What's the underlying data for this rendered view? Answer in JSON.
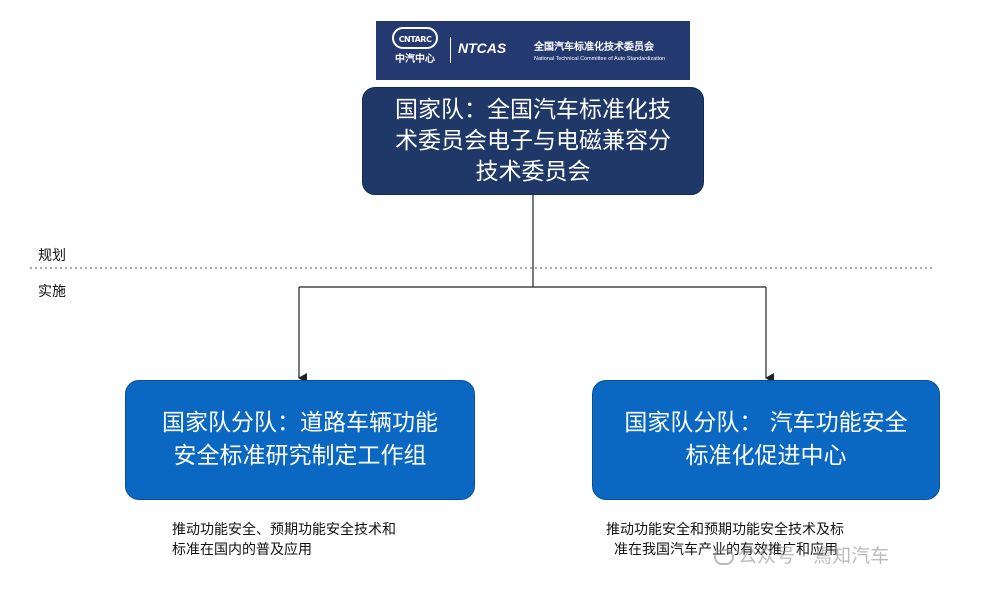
{
  "logo": {
    "mark_text": "CNTARC",
    "cn_label": "中汽中心",
    "ntcas_text": "NTCAS",
    "committee_cn": "全国汽车标准化技术委员会",
    "committee_en": "National Technical Committee of Auto Standardization"
  },
  "phases": {
    "planning": "规划",
    "implementation": "实施"
  },
  "nodes": {
    "top": {
      "lines": [
        "国家队：全国汽车标准化技",
        "术委员会电子与电磁兼容分",
        "技术委员会"
      ]
    },
    "left": {
      "lines": [
        "国家队分队：道路车辆功能",
        "安全标准研究制定工作组"
      ],
      "description": [
        "推动功能安全、预期功能安全技术和",
        "标准在国内的普及应用"
      ]
    },
    "right": {
      "lines": [
        "国家队分队： 汽车功能安全",
        "标准化促进中心"
      ],
      "description": [
        "推动功能安全和预期功能安全技术及标",
        "准在我国汽车产业的有效推广和应用"
      ]
    }
  },
  "watermark": {
    "text": "公众号 · 焉知汽车"
  },
  "colors": {
    "top_node": "#1f3868",
    "child_node": "#0a68c3",
    "banner": "#24396f"
  }
}
